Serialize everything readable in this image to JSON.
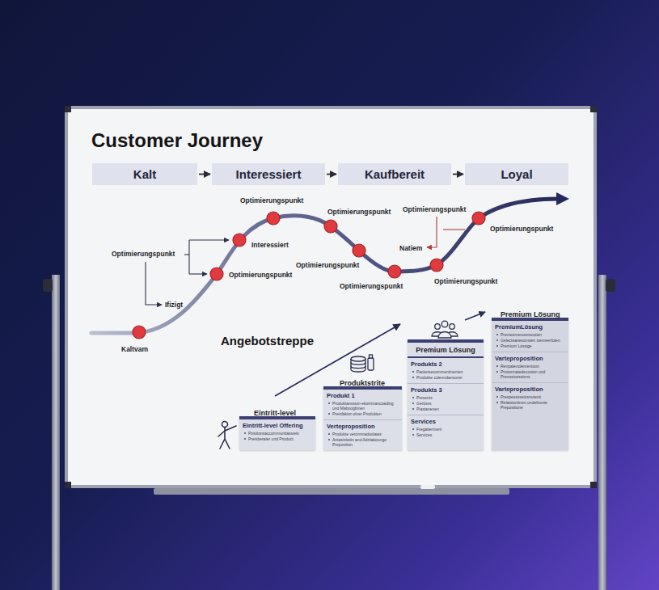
{
  "diagram": {
    "title": "Customer Journey",
    "nodes": [
      {
        "text": [
          "Kalt"
        ]
      },
      {
        "text": [
          "Interessiert"
        ]
      },
      {
        "text": [
          "Kaufbereit"
        ]
      },
      {
        "text": [
          "Loyal"
        ]
      },
      {
        "text": [
          "Eintritt-level"
        ]
      },
      {
        "text": [
          "Eintritt-level Offering",
          "Positionsaccommunitassiets",
          "Preisberater und Product"
        ],
        "in": 4
      },
      {
        "text": [
          "Produktstrite"
        ]
      },
      {
        "text": [
          "Produkt 1",
          "Produktanssion-ekommancoading und Maboogbinen",
          "Preisfaktor-olner Produkten"
        ],
        "in": 6
      },
      {
        "text": [
          "Verteproposition",
          "Produkte verommadoolaies",
          "Antasistieiin and Adritakounge Preposition"
        ],
        "in": 6
      },
      {
        "text": [
          "Premium Lösung"
        ]
      },
      {
        "text": [
          "Produkts 2",
          "Packetsecommentinenten",
          "Produkte colenndansoner"
        ],
        "in": 9
      },
      {
        "text": [
          "Produkts 3",
          "Presents",
          "Gerüsss",
          "Plastanenen"
        ],
        "in": 9
      },
      {
        "text": [
          "Services",
          "Fregatierment",
          "Services"
        ],
        "in": 9
      },
      {
        "text": [
          "Premium Lösung"
        ]
      },
      {
        "text": [
          "PremiumLösung",
          "Prenieemenoonscotion",
          "Gelecteanesonsten stemeerfoten",
          "Premium Lossige"
        ],
        "in": 13
      },
      {
        "text": [
          "Varteproposition",
          "Renpatenolementoon",
          "Prosonnatedecosion und Prenosiosssions"
        ],
        "in": 13
      },
      {
        "text": [
          "Varteproposition",
          "Prespessossiosnutenti",
          "Relatsiontinen undeltronie Prepositione"
        ],
        "in": 13
      }
    ],
    "edges": [
      {
        "from": 0,
        "to": 1,
        "arrow": "to"
      },
      {
        "from": 1,
        "to": 2,
        "arrow": "to"
      },
      {
        "from": 2,
        "to": 3,
        "arrow": "to"
      }
    ],
    "labels": [
      "Optimierungspunkt",
      "Optimierungspunkt",
      "Optimierungspunkt",
      "Optimierungspunkt",
      "Optimierungspunkt",
      "Interessiert",
      "Natiem",
      "Optimierungspunkt",
      "Optimierungspunkt",
      "Optimierungspunkt",
      "Optimierungspunkt",
      "Ifizigt",
      "Kaltvam",
      "Angebotstreppe"
    ]
  }
}
